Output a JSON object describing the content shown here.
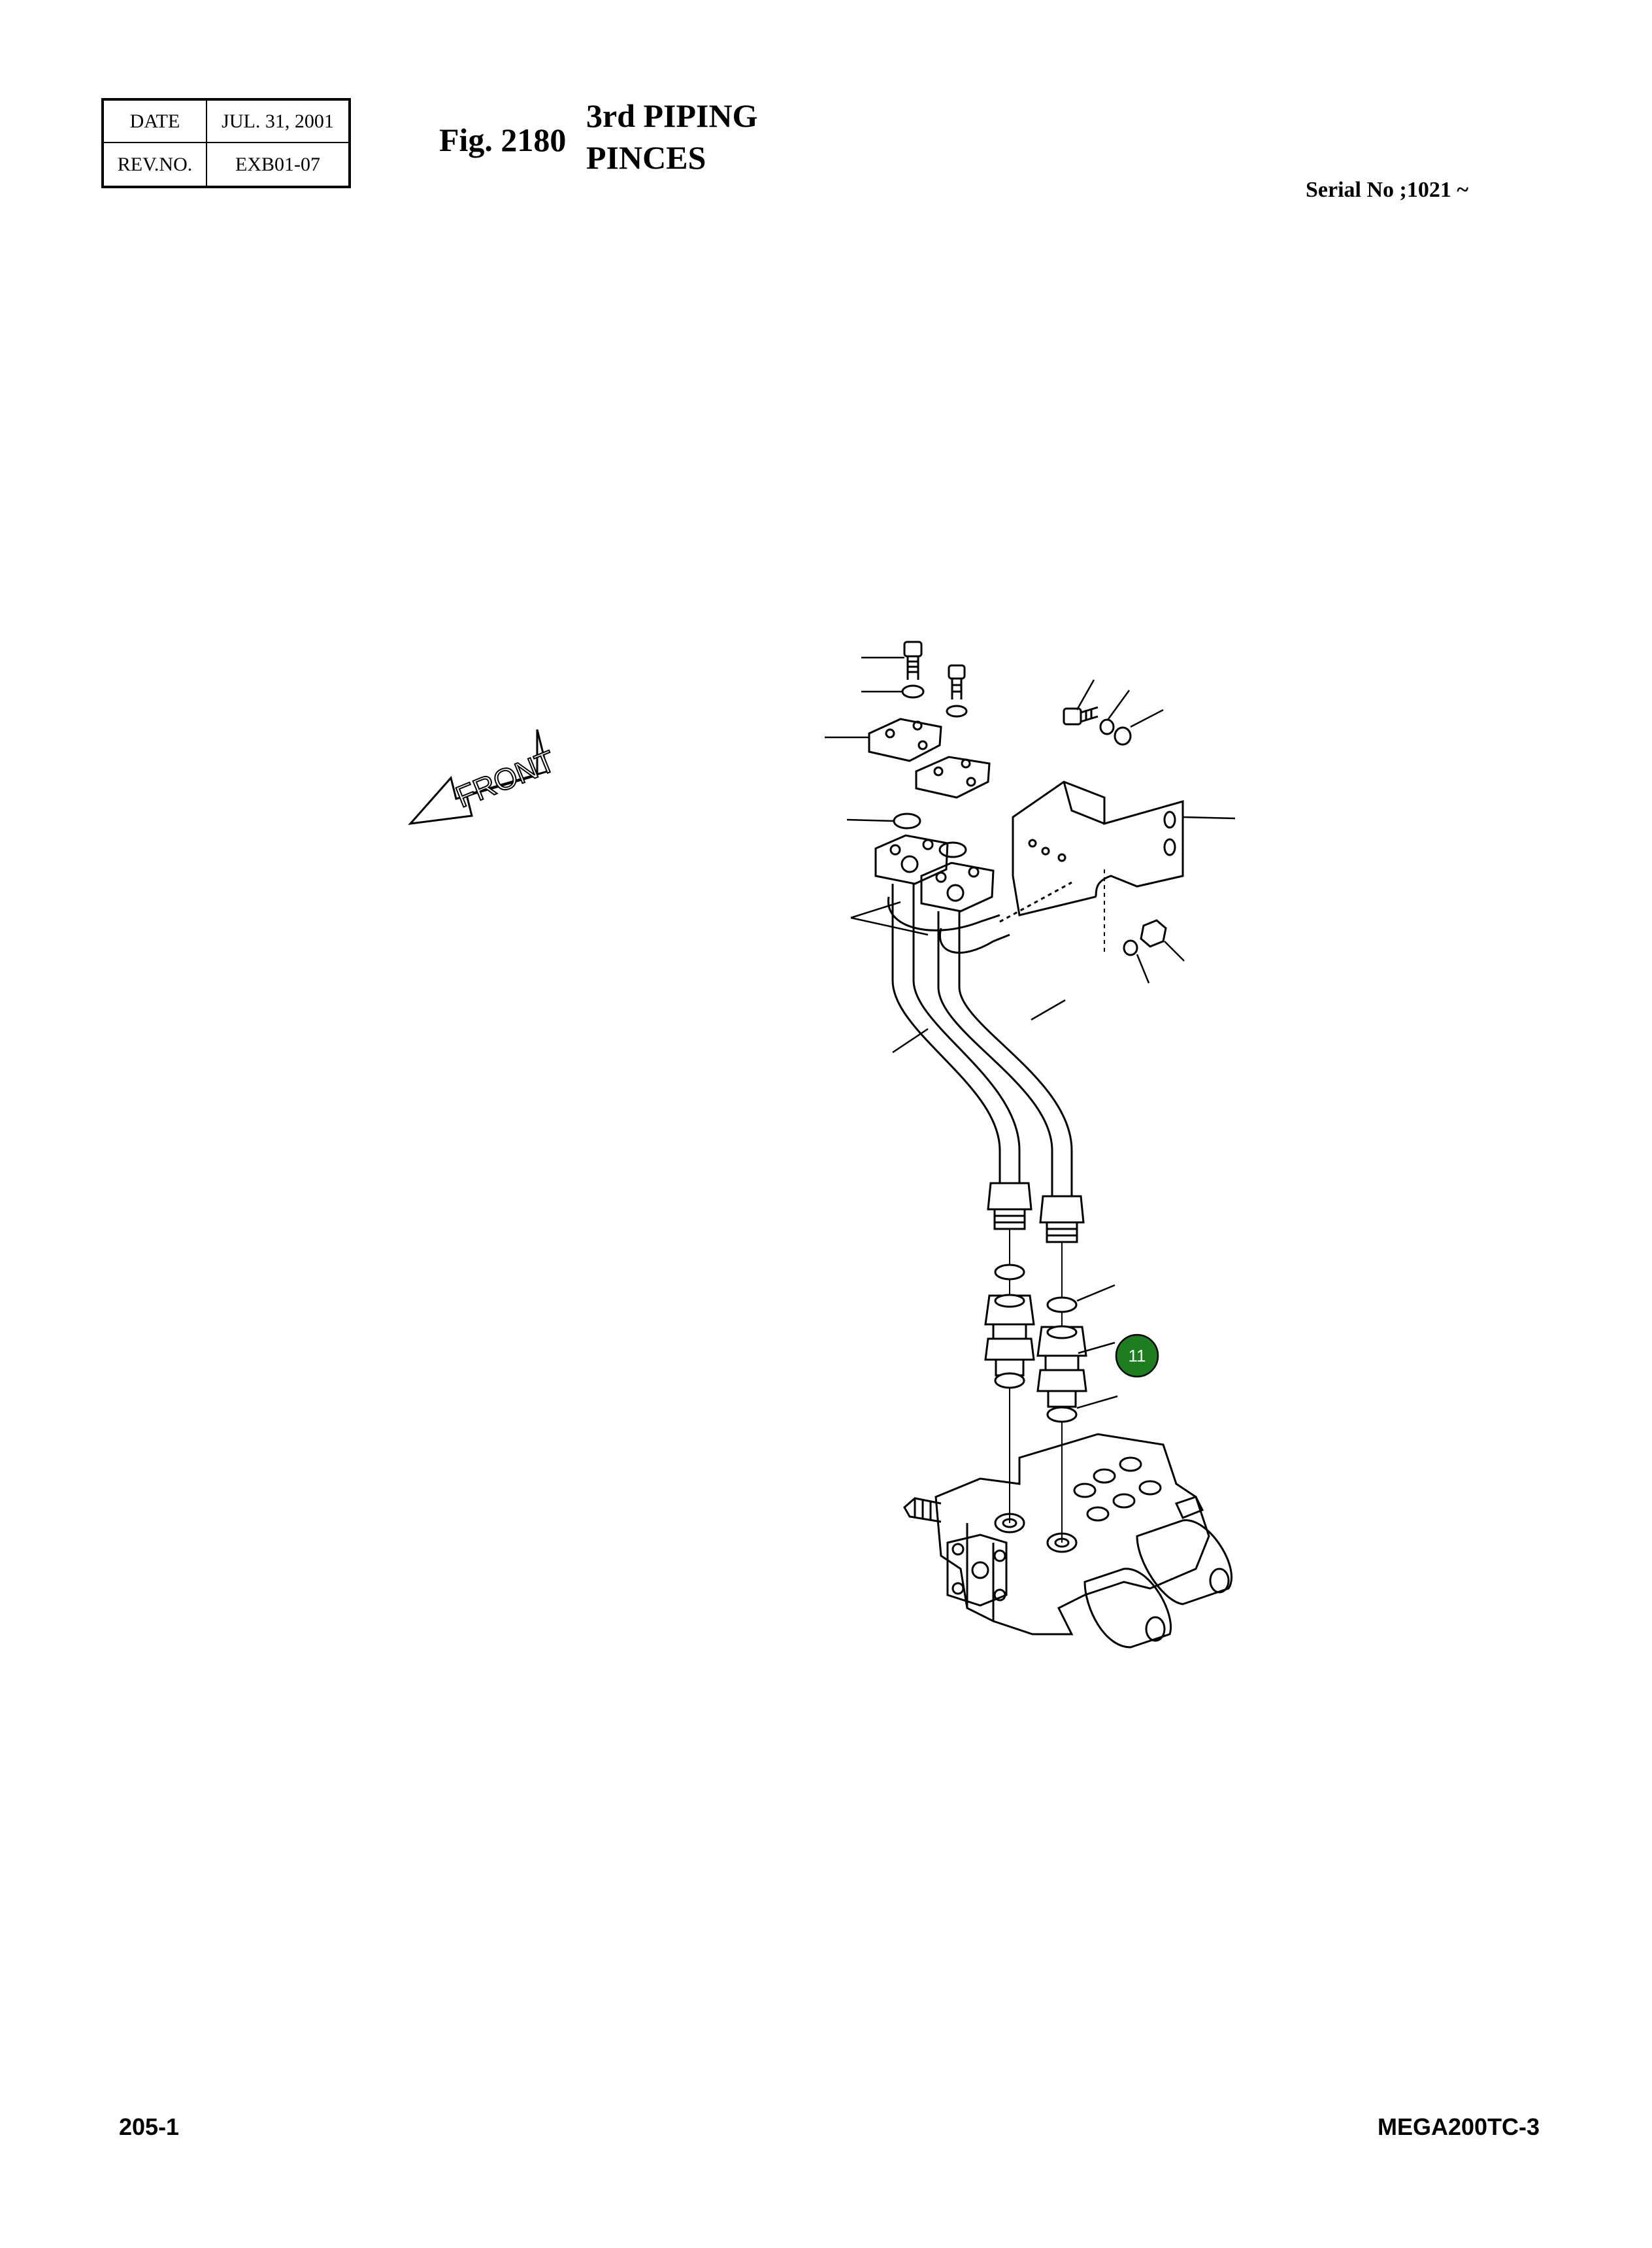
{
  "header": {
    "date_label": "DATE",
    "date_value": "JUL. 31, 2001",
    "rev_label": "REV.NO.",
    "rev_value": "EXB01-07",
    "fig_number": "Fig. 2180",
    "title_line1": "3rd PIPING",
    "title_line2": "PINCES",
    "serial": "Serial No ;1021 ~"
  },
  "diagram": {
    "front_label": "FRONT",
    "callout_11": "11",
    "callout_color": "#1e7d1e"
  },
  "footer": {
    "page_number": "205-1",
    "model": "MEGA200TC-3"
  }
}
